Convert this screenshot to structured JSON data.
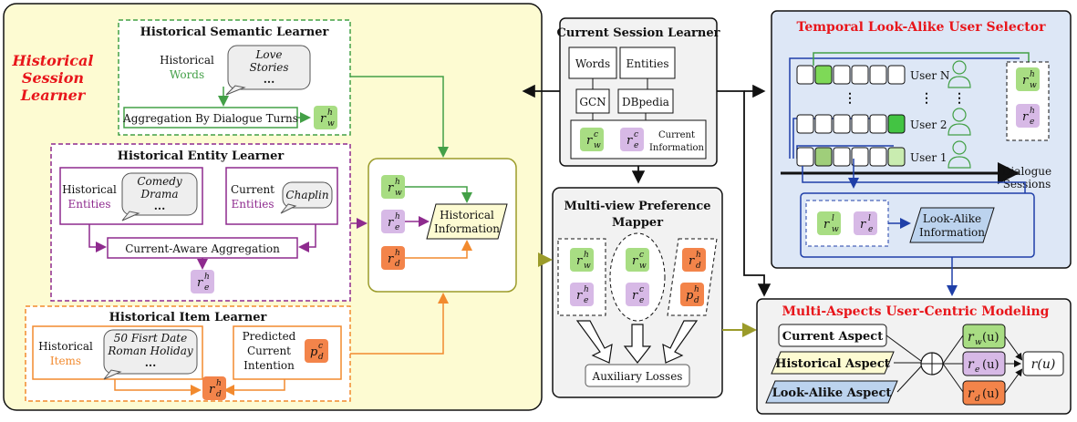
{
  "historical_session": {
    "title_line1": "Historical",
    "title_line2": "Session",
    "title_line3": "Learner",
    "semantic": {
      "title": "Historical Semantic Learner",
      "label_line1": "Historical",
      "label_line2": "Words",
      "bubble_line1": "Love",
      "bubble_line2": "Stories",
      "ellipsis": "...",
      "aggregation": "Aggregation By Dialogue Turns"
    },
    "entity": {
      "title": "Historical Entity Learner",
      "hist_line1": "Historical",
      "hist_line2": "Entities",
      "bubble_line1": "Comedy",
      "bubble_line2": "Drama",
      "ellipsis": "...",
      "current_line1": "Current",
      "current_line2": "Entities",
      "current_bubble": "Chaplin",
      "aggregation": "Current-Aware Aggregation"
    },
    "item": {
      "title": "Historical Item Learner",
      "label_line1": "Historical",
      "label_line2": "Items",
      "bubble_line1": "50 Fisrt Date",
      "bubble_line2": "Roman Holiday",
      "ellipsis": "...",
      "pred_line1": "Predicted",
      "pred_line2": "Current",
      "pred_line3": "Intention"
    },
    "info": "Historical",
    "info2": "Information"
  },
  "current_session": {
    "title": "Current Session Learner",
    "words": "Words",
    "entities": "Entities",
    "gcn": "GCN",
    "dbpedia": "DBpedia",
    "info_line1": "Current",
    "info_line2": "Information"
  },
  "mapper": {
    "title_line1": "Multi-view Preference",
    "title_line2": "Mapper",
    "losses": "Auxiliary Losses"
  },
  "temporal": {
    "title": "Temporal Look-Alike User Selector",
    "user_n": "User N",
    "user_2": "User 2",
    "user_1": "User 1",
    "dialogue_line1": "Dialogue",
    "dialogue_line2": "Sessions",
    "lookalike_line1": "Look-Alike",
    "lookalike_line2": "Information"
  },
  "modeling": {
    "title": "Multi-Aspects User-Centric Modeling",
    "current_aspect": "Current Aspect",
    "historical_aspect": "Historical Aspect",
    "lookalike_aspect": "Look-Alike Aspect",
    "rw": "r",
    "rw_sub": "w",
    "re_sub": "e",
    "rd_sub": "d",
    "arg": "(u)",
    "output": "r(u)"
  },
  "symbols": {
    "r": "r",
    "p": "p",
    "h": "h",
    "c": "c",
    "l": "l",
    "w": "w",
    "e": "e",
    "d": "d"
  },
  "colors": {
    "historical_bg": "#fdfbd2",
    "temporal_bg": "#dde7f6",
    "panel_bg": "#f2f2f2",
    "green": "#43a047",
    "purple": "#8e2a8e",
    "orange": "#f28a2e",
    "olive": "#9b9b2a",
    "blue": "#1f3fa8",
    "red": "#e8161b",
    "token_green": "#a8dd83",
    "token_purple": "#d7b9e6",
    "token_orange": "#f3844a"
  }
}
